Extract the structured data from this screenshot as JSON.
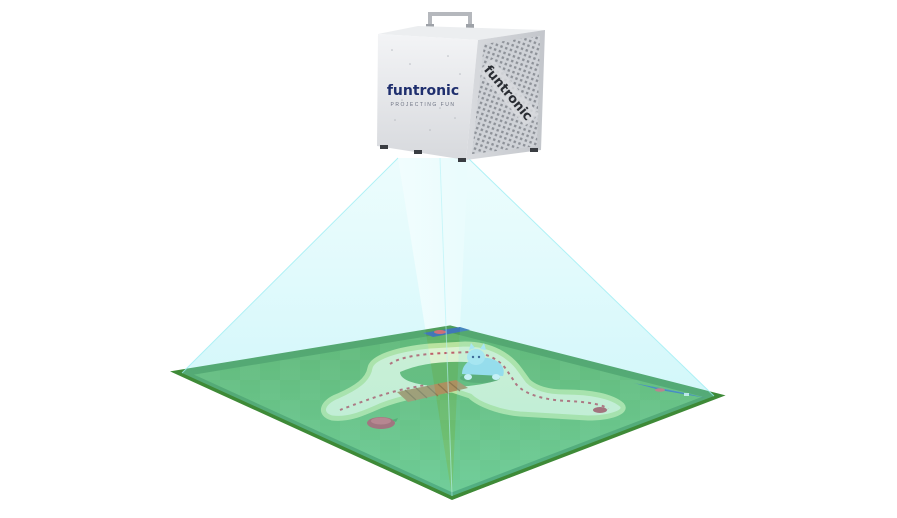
{
  "projector": {
    "brand_front": "funtronic",
    "brand_side": "funtronic",
    "tagline": "PROJECTING FUN",
    "body_color": "#e6e7ea",
    "logo_color": "#1f2f6e"
  },
  "beam": {
    "color": "#7fe9f2"
  },
  "game_board": {
    "grass_color": "#5fb04f",
    "path_color": "#e9f2c8",
    "bridge_color": "#b07a3c",
    "ui_panel_color": "#2a5aa8",
    "character": "cat-on-cart-icon",
    "goal": "strawberry-icon"
  }
}
